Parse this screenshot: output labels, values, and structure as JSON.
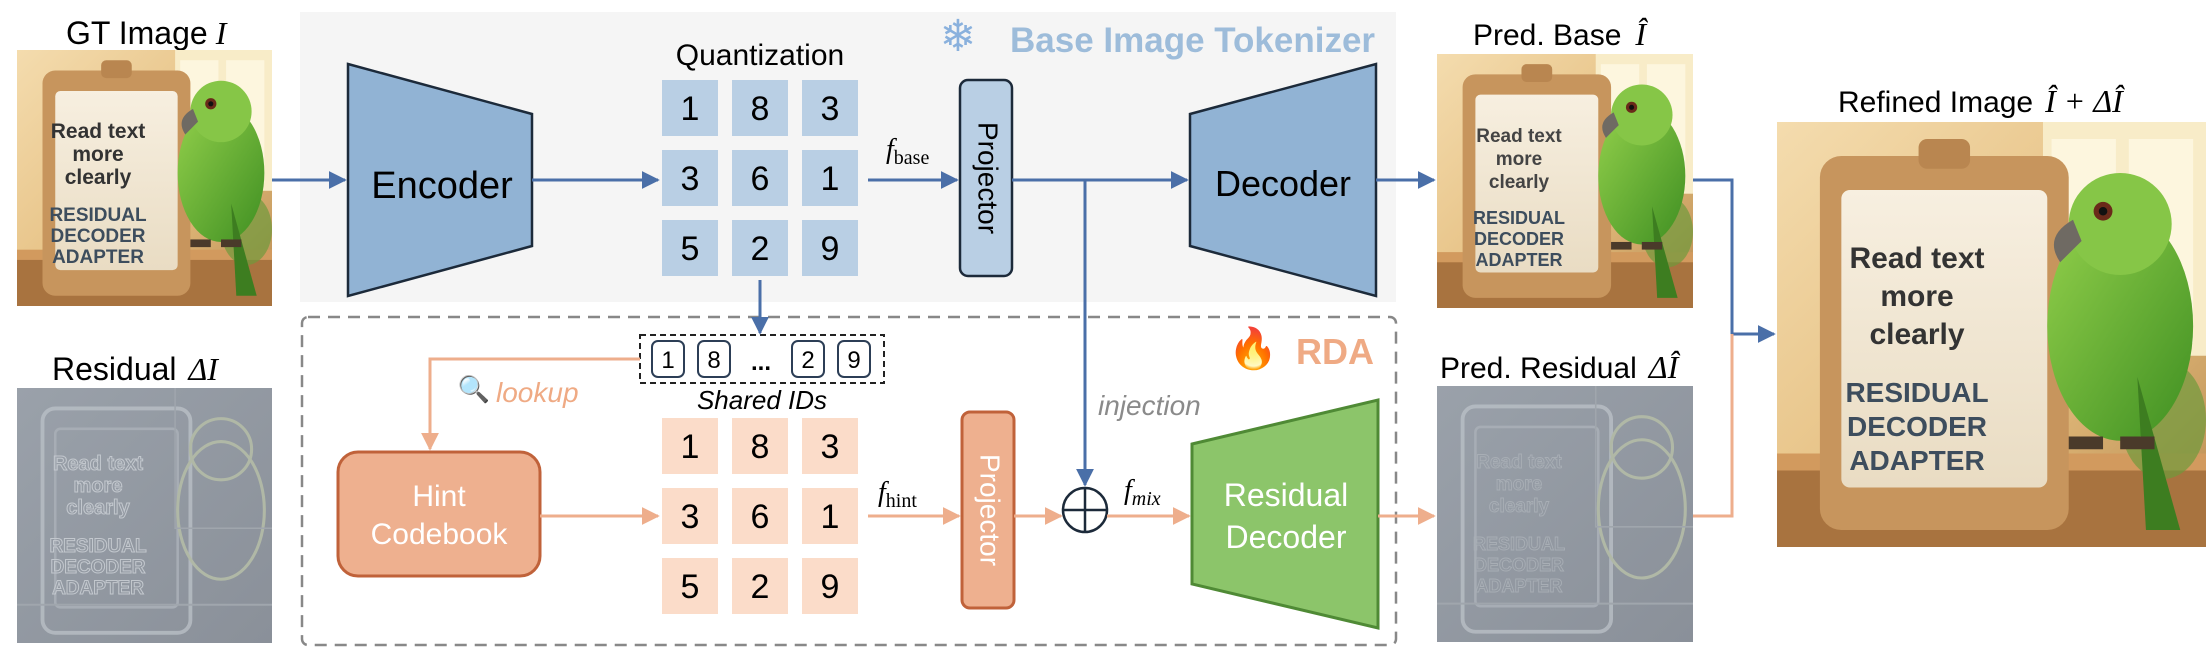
{
  "labels": {
    "gt_image": "GT Image",
    "gt_symbol": "I",
    "residual": "Residual",
    "residual_symbol": "ΔI",
    "pred_base": "Pred. Base",
    "pred_base_symbol": "Î",
    "pred_residual": "Pred. Residual",
    "pred_residual_symbol": "ΔÎ",
    "refined": "Refined Image",
    "refined_symbol": "Î + ΔÎ",
    "quantization": "Quantization",
    "base_tokenizer": "Base Image Tokenizer",
    "rda": "RDA",
    "encoder": "Encoder",
    "decoder": "Decoder",
    "projector_top": "Projector",
    "projector_bottom": "Projector",
    "hint_codebook_line1": "Hint",
    "hint_codebook_line2": "Codebook",
    "residual_decoder_line1": "Residual",
    "residual_decoder_line2": "Decoder",
    "lookup": "lookup",
    "shared_ids": "Shared IDs",
    "injection": "injection",
    "f_base": "f",
    "f_base_sub": "base",
    "f_hint": "f",
    "f_hint_sub": "hint",
    "f_mix": "f",
    "f_mix_sub": "mix"
  },
  "quant_grid_top": [
    "1",
    "8",
    "3",
    "3",
    "6",
    "1",
    "5",
    "2",
    "9"
  ],
  "quant_grid_bottom": [
    "1",
    "8",
    "3",
    "3",
    "6",
    "1",
    "5",
    "2",
    "9"
  ],
  "shared_ids": [
    "1",
    "8",
    "...",
    "2",
    "9"
  ],
  "sign": {
    "line1": "Read text",
    "line2": "more",
    "line3": "clearly",
    "line4": "RESIDUAL",
    "line5": "DECODER",
    "line6": "ADAPTER"
  },
  "colors": {
    "blue_fill": "#91b3d4",
    "blue_stroke": "#1c2a3a",
    "blue_arrow": "#4a6fa8",
    "quant_blue": "#b9cfe4",
    "orange_fill": "#eeb08f",
    "orange_stroke": "#c0623a",
    "orange_arrow": "#eeae8c",
    "quant_orange": "#fbdcc9",
    "green_fill": "#8cc56a",
    "green_stroke": "#4f8a35",
    "tokenizer_text": "#9dbcda",
    "rda_text": "#efaa84"
  }
}
